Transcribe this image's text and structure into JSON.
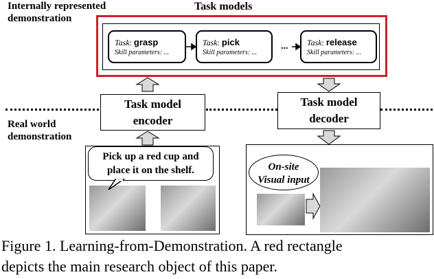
{
  "labels": {
    "internal": "Internally represented demonstration",
    "real": "Real world demonstration"
  },
  "task_models_title": "Task models",
  "tasks": [
    {
      "prefix": "Task",
      "name": "grasp",
      "params": "Skill parameters: ..."
    },
    {
      "prefix": "Task",
      "name": "pick",
      "params": "Skill parameters: ..."
    },
    {
      "prefix": "Task",
      "name": "release",
      "params": "Skill parameters: ..."
    }
  ],
  "ellipsis": "...",
  "encoder": {
    "line1": "Task model",
    "line2": "encoder"
  },
  "decoder": {
    "line1": "Task model",
    "line2": "decoder"
  },
  "speech": {
    "line1": "Pick up a red cup and",
    "line2": "place it on the shelf."
  },
  "onsite": {
    "line1": "On-site",
    "line2": "Visual input"
  },
  "caption": {
    "line1": "Figure 1. Learning-from-Demonstration. A red rectangle",
    "line2": "depicts the main research object of this paper."
  },
  "colors": {
    "highlight": "#d0202a",
    "arrow_fill": "#d9d9d9"
  }
}
